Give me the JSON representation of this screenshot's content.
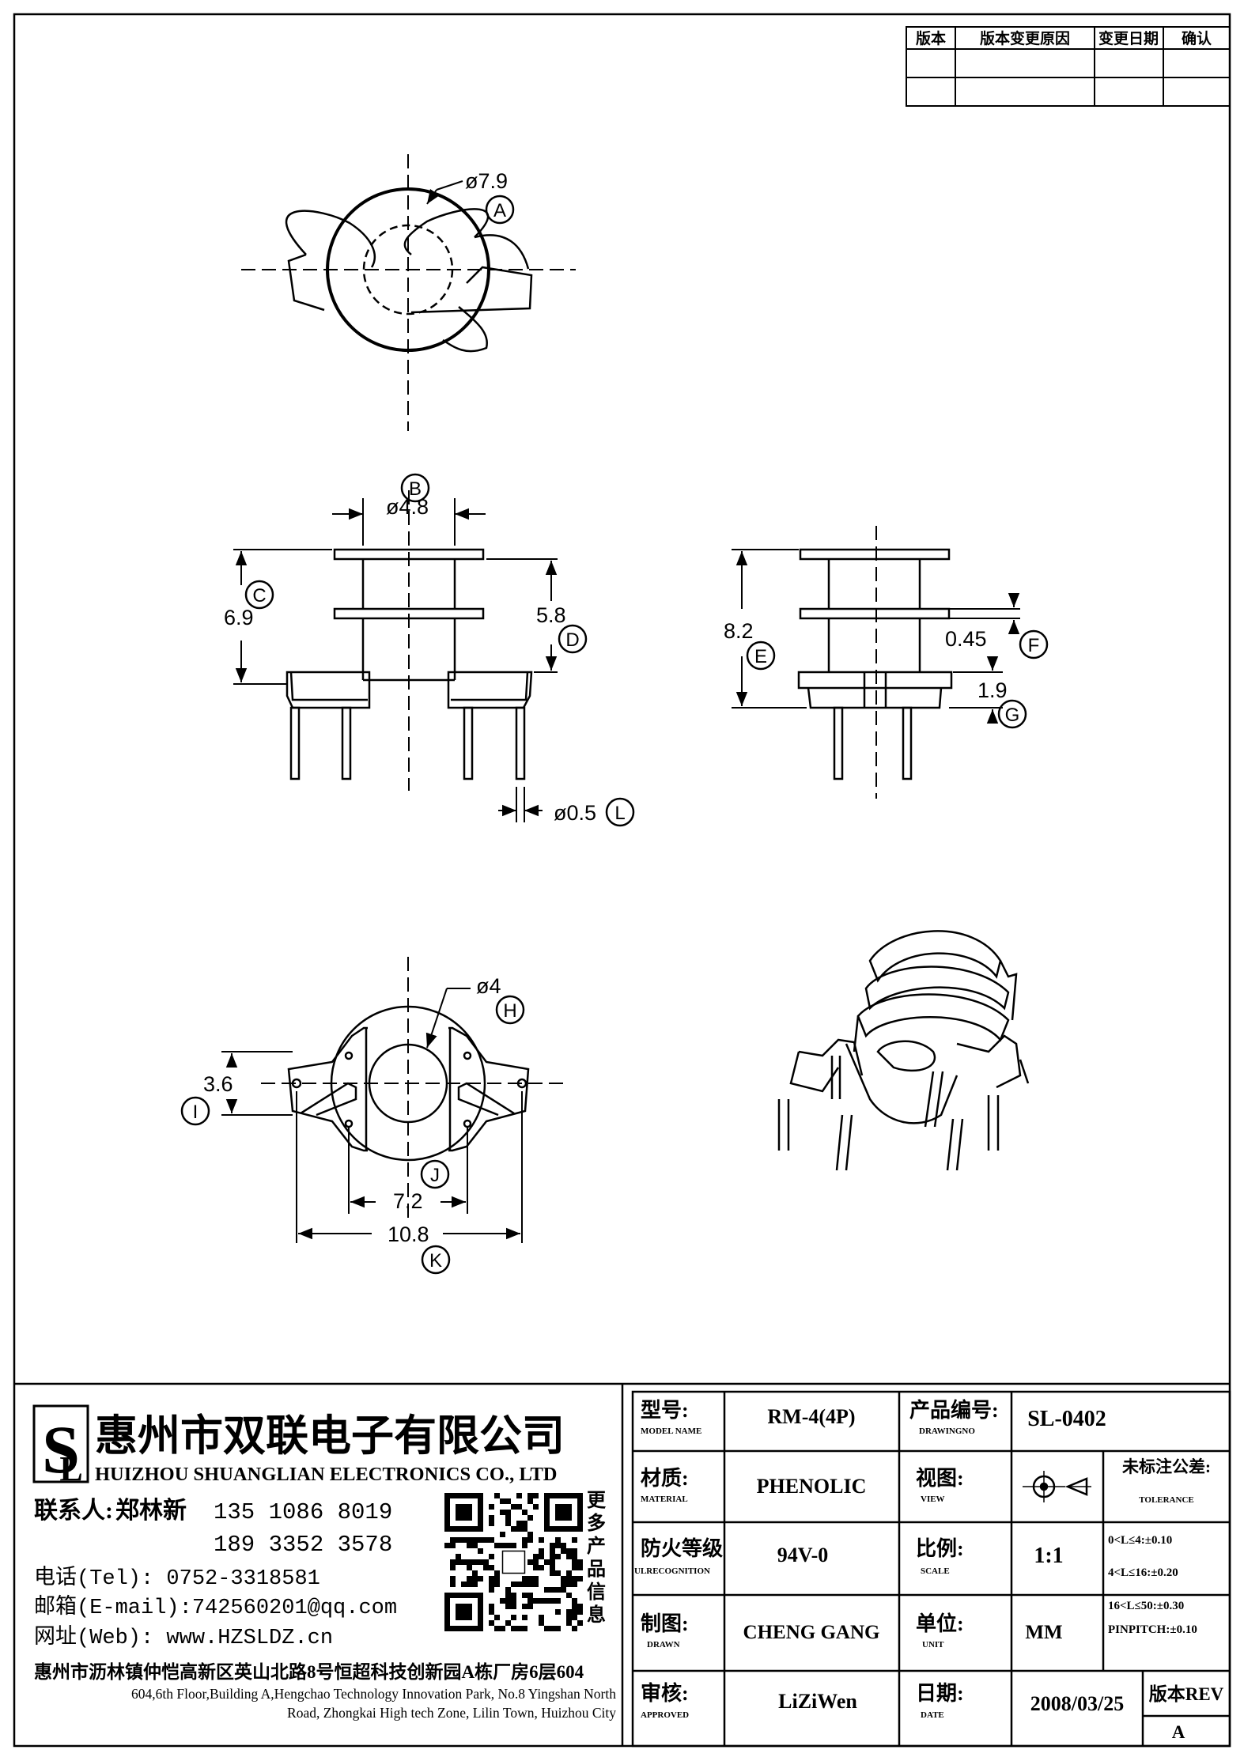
{
  "revision_table": {
    "headers": [
      "版本",
      "版本变更原因",
      "变更日期",
      "确认"
    ]
  },
  "dims": {
    "A": {
      "text": "ø7.9",
      "tag": "A"
    },
    "B": {
      "text": "ø4.8",
      "tag": "B"
    },
    "C": {
      "text": "6.9",
      "tag": "C"
    },
    "D": {
      "text": "5.8",
      "tag": "D"
    },
    "E": {
      "text": "8.2",
      "tag": "E"
    },
    "F": {
      "text": "0.45",
      "tag": "F"
    },
    "G": {
      "text": "1.9",
      "tag": "G"
    },
    "H": {
      "text": "ø4",
      "tag": "H"
    },
    "I": {
      "text": "3.6",
      "tag": "I"
    },
    "J": {
      "text": "7.2",
      "tag": "J"
    },
    "K": {
      "text": "10.8",
      "tag": "K"
    },
    "L": {
      "text": "ø0.5",
      "tag": "L"
    }
  },
  "company": {
    "name_cn": "惠州市双联电子有限公司",
    "name_en": "HUIZHOU SHUANGLIAN ELECTRONICS CO., LTD",
    "contact_label": "联系人:",
    "contact_name": "郑林新",
    "phone1": "135 1086 8019",
    "phone2": "189 3352 3578",
    "tel": "电话(Tel): 0752-3318581",
    "email": "邮箱(E-mail):742560201@qq.com",
    "web": "网址(Web): www.HZSLDZ.cn",
    "qr_caption": [
      "更",
      "多",
      "产",
      "品",
      "信",
      "息"
    ],
    "address_cn": "惠州市沥林镇仲恺高新区英山北路8号恒超科技创新园A栋厂房6层604",
    "address_en1": "604,6th Floor,Building A,Hengchao Technology Innovation Park, No.8 Yingshan North",
    "address_en2": "Road, Zhongkai High tech Zone, Lilin Town, Huizhou City"
  },
  "title_block": {
    "model_label": "型号:",
    "model_label_en": "MODEL NAME",
    "model_value": "RM-4(4P)",
    "drawing_label": "产品编号:",
    "drawing_label_en": "DRAWINGNO",
    "drawing_value": "SL-0402",
    "material_label": "材质:",
    "material_label_en": "MATERIAL",
    "material_value": "PHENOLIC",
    "view_label": "视图:",
    "view_label_en": "VIEW",
    "tol_label": "未标注公差:",
    "tol_label_en": "TOLERANCE",
    "tol_lines": [
      "0<L≤4:±0.10",
      "4<L≤16:±0.20",
      "16<L≤50:±0.30",
      "PINPITCH:±0.10"
    ],
    "fire_label": "防火等级",
    "fire_label_en": "ULRECOGNITION",
    "fire_value": "94V-0",
    "scale_label": "比例:",
    "scale_label_en": "SCALE",
    "scale_value": "1:1",
    "drawn_label": "制图:",
    "drawn_label_en": "DRAWN",
    "drawn_value": "CHENG GANG",
    "unit_label": "单位:",
    "unit_label_en": "UNIT",
    "unit_value": "MM",
    "approved_label": "审核:",
    "approved_label_en": "APPROVED",
    "approved_value": "LiZiWen",
    "date_label": "日期:",
    "date_label_en": "DATE",
    "date_value": "2008/03/25",
    "rev_label": "版本REV",
    "rev_value": "A"
  }
}
